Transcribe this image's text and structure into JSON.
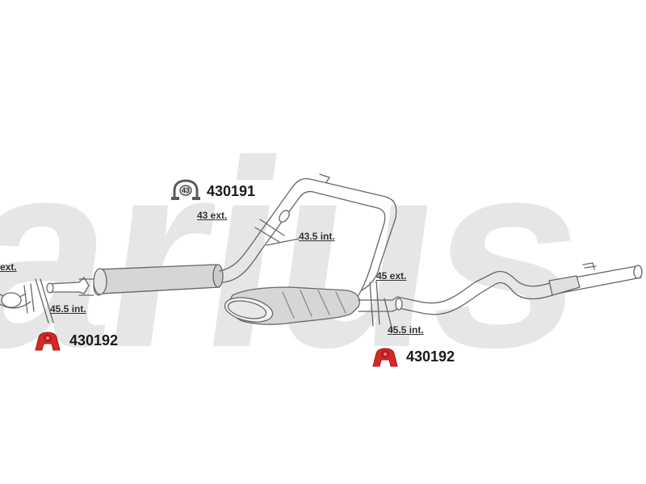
{
  "watermark": {
    "text": "arius",
    "color": "#e6e6e6"
  },
  "colors": {
    "pipe_outline": "#666666",
    "pipe_fill": "#ffffff",
    "muffler_fill": "#d6d6d6",
    "rubber_hanger": "#d62828",
    "clamp": "#5a5a5a"
  },
  "parts": [
    {
      "number": "430191",
      "icon": "clamp-icon",
      "icon_label": "43"
    },
    {
      "number": "430192",
      "icon": "rubber-hanger-icon",
      "icon_label": "?"
    },
    {
      "number": "430192",
      "icon": "rubber-hanger-icon",
      "icon_label": "?"
    }
  ],
  "dimensions": {
    "d1": "43 ext.",
    "d2": "43.5 int.",
    "d3": "45 ext.",
    "d4": "45.5 int.",
    "d5": "45.5 int.",
    "d6": "ext."
  }
}
